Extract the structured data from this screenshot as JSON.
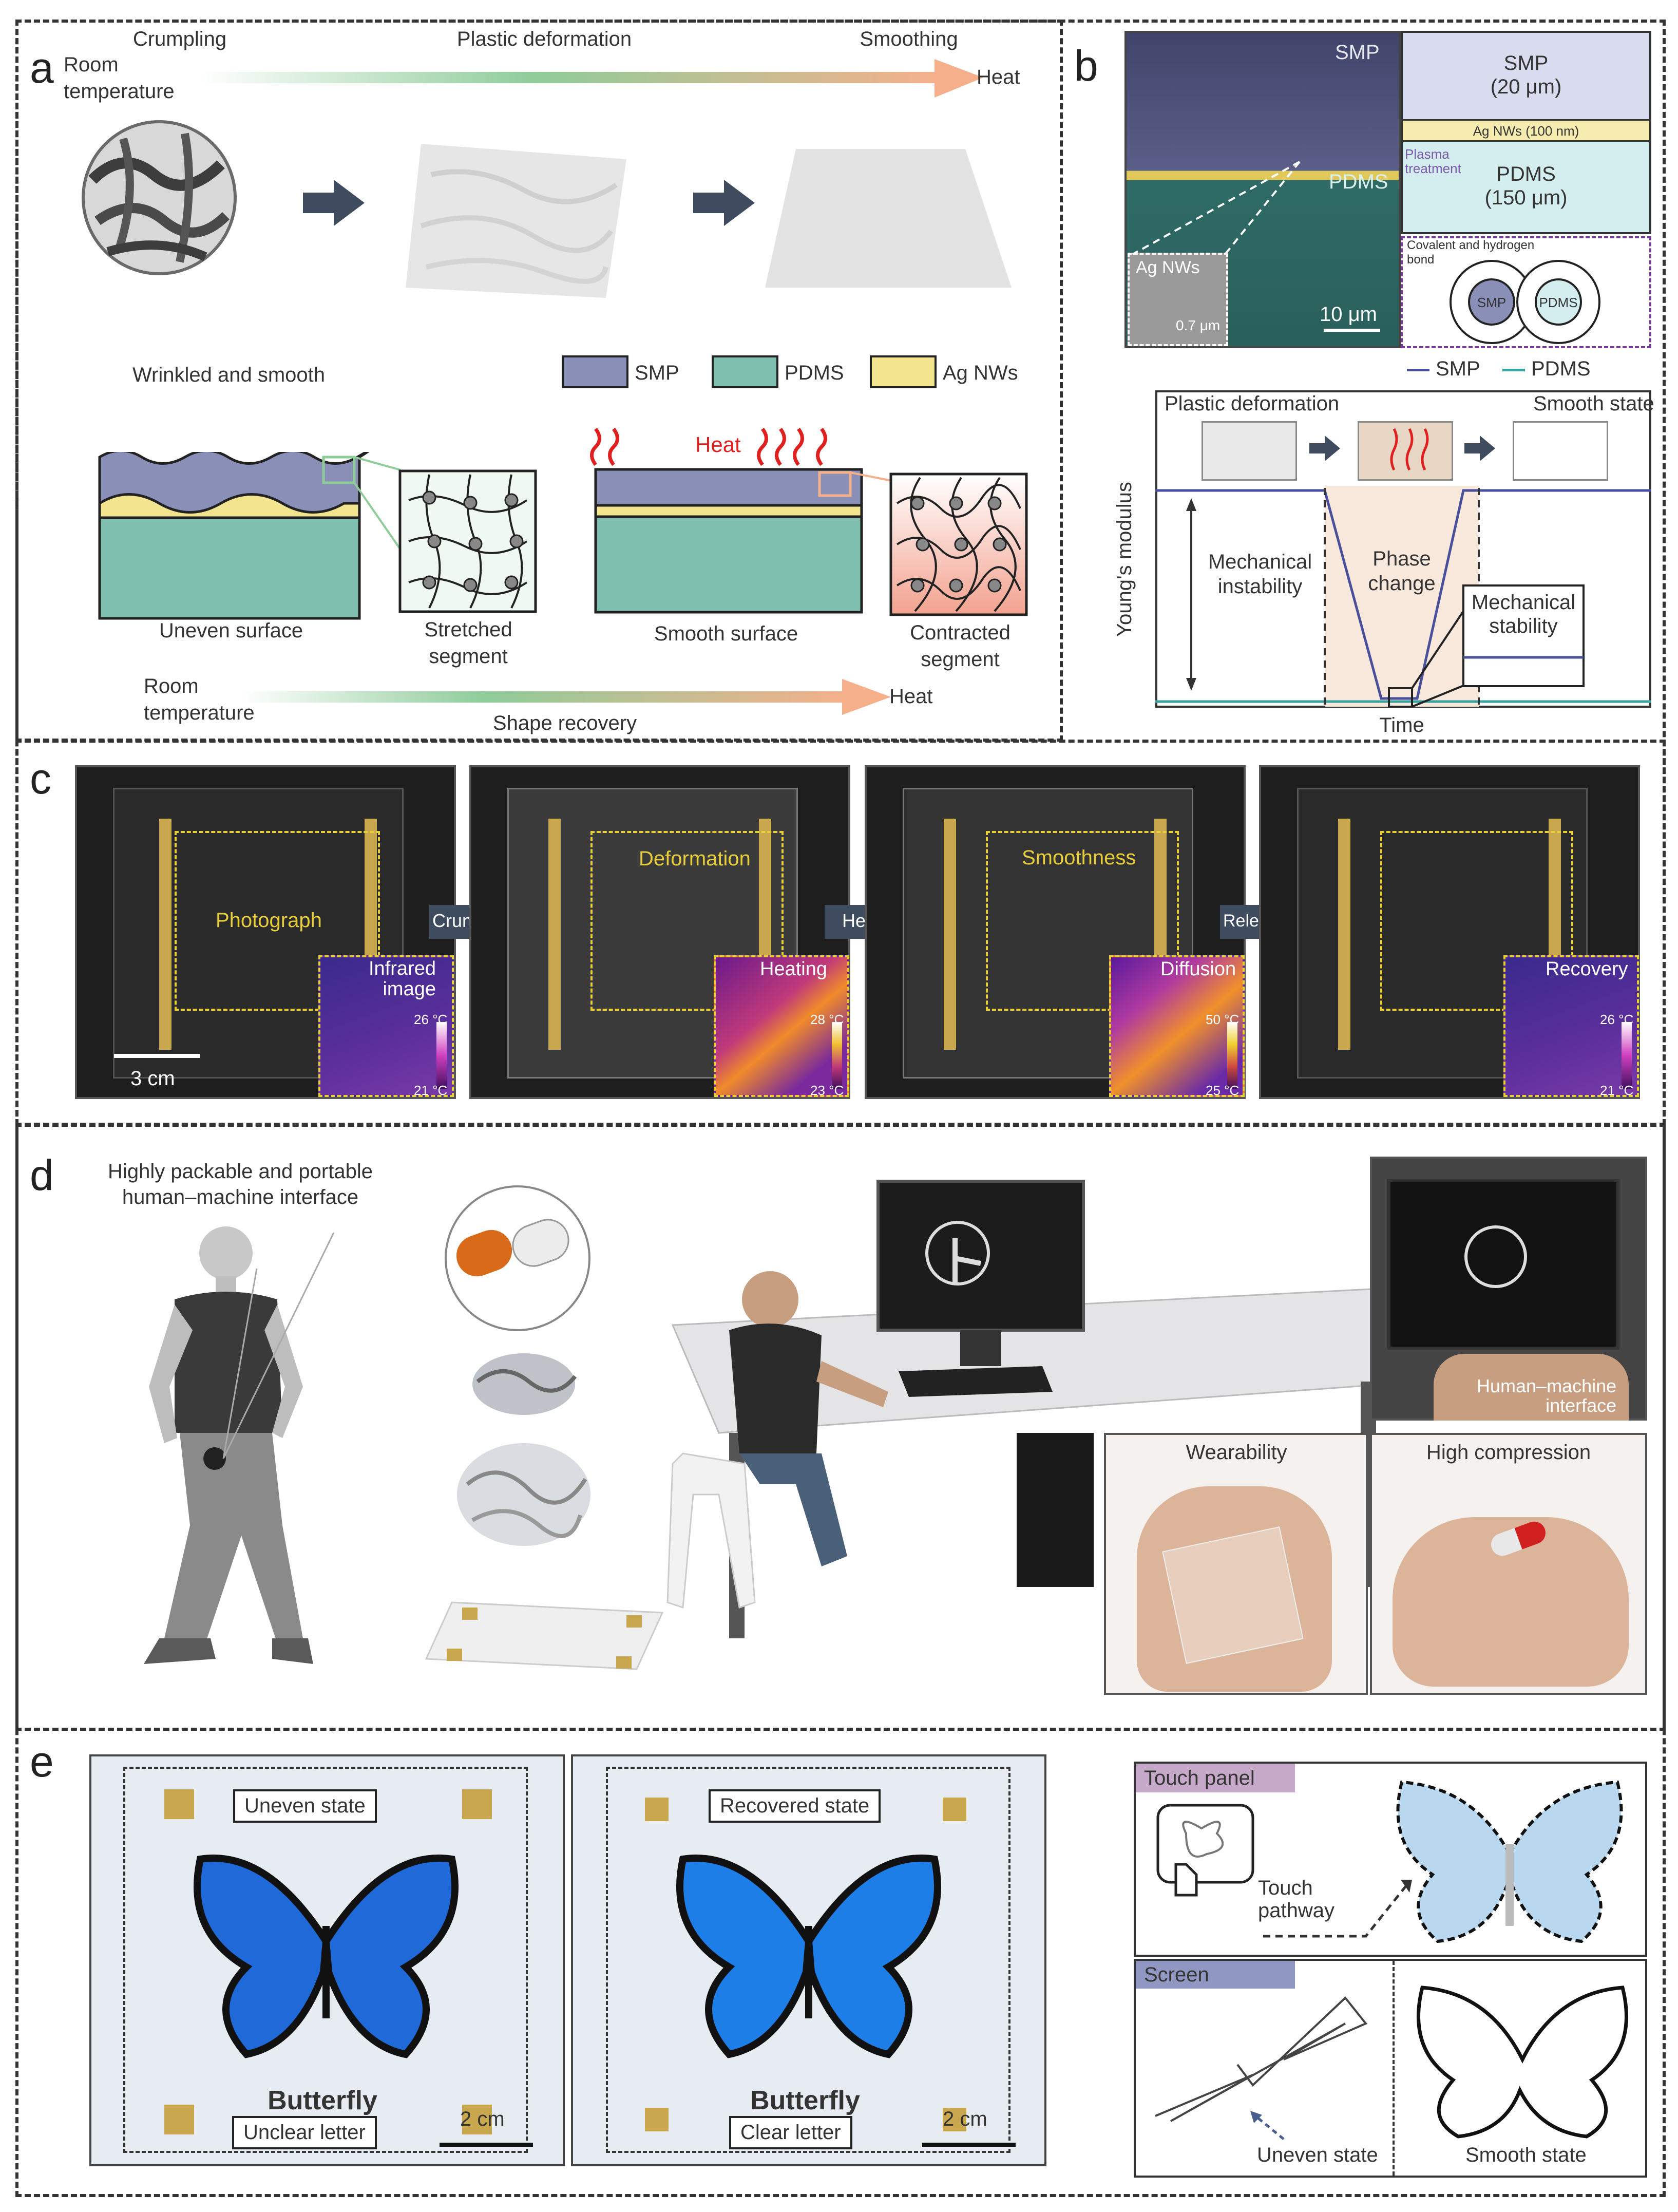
{
  "panel_a": {
    "letter": "a",
    "top_left_label": "Room\ntemperature",
    "stage_crumpling": "Crumpling",
    "stage_plastic": "Plastic deformation",
    "stage_smoothing": "Smoothing",
    "heat_top": "Heat",
    "wrinkled_label": "Wrinkled and smooth",
    "legend": [
      {
        "label": "SMP",
        "color": "#8a8fb7"
      },
      {
        "label": "PDMS",
        "color": "#7fbfb0"
      },
      {
        "label": "Ag NWs",
        "color": "#f2e48e"
      }
    ],
    "heat_mid": "Heat",
    "uneven_surface": "Uneven surface",
    "stretched_segment": "Stretched\nsegment",
    "smooth_surface": "Smooth surface",
    "contracted_segment": "Contracted\nsegment",
    "bottom_room": "Room\ntemperature",
    "heat_bottom": "Heat",
    "shape_recovery": "Shape recovery"
  },
  "panel_b": {
    "letter": "b",
    "sem_smp": "SMP",
    "sem_pdms": "PDMS",
    "inset_title": "Ag NWs",
    "inset_scale": "0.7 μm",
    "scale": "10 μm",
    "schematic_smp": "SMP\n(20 μm)",
    "schematic_agnw": "Ag NWs (100 nm)",
    "plasma": "Plasma\ntreatment",
    "schematic_pdms": "PDMS\n(150 μm)",
    "bond_title": "Covalent and hydrogen\nbond",
    "bond_smp": "SMP",
    "bond_pdms": "PDMS",
    "legend_smp": "SMP",
    "legend_pdms": "PDMS",
    "plastic_deformation": "Plastic deformation",
    "smooth_state": "Smooth state",
    "ylabel": "Young's modulus",
    "mech_instability": "Mechanical\ninstability",
    "phase_change": "Phase\nchange",
    "mech_stability": "Mechanical\nstability",
    "xlabel": "Time",
    "color_smp": "#4a4f9c",
    "color_pdms": "#3aa3a0"
  },
  "panel_c": {
    "letter": "c",
    "photograph": "Photograph",
    "infrared": "Infrared\nimage",
    "ir1_hi": "26 °C",
    "ir1_lo": "21 °C",
    "scale": "3 cm",
    "crumple": "Crumple",
    "deformation": "Deformation",
    "heating": "Heating",
    "ir2_hi": "28 °C",
    "ir2_lo": "23 °C",
    "heat": "Heat",
    "smoothness": "Smoothness",
    "diffusion": "Diffusion",
    "ir3_hi": "50 °C",
    "ir3_lo": "25 °C",
    "release": "Release",
    "recovery": "Recovery",
    "ir4_hi": "26 °C",
    "ir4_lo": "21 °C"
  },
  "panel_d": {
    "letter": "d",
    "title": "Highly packable and portable\nhuman–machine interface",
    "hmi": "Human–machine\ninterface",
    "wearability": "Wearability",
    "high_compression": "High compression"
  },
  "panel_e": {
    "letter": "e",
    "uneven_state": "Uneven state",
    "butterfly": "Butterfly",
    "unclear_letter": "Unclear letter",
    "scale1": "2 cm",
    "recovered_state": "Recovered state",
    "clear_letter": "Clear letter",
    "scale2": "2 cm",
    "touch_panel": "Touch panel",
    "touch_pathway": "Touch\npathway",
    "screen": "Screen",
    "screen_uneven": "Uneven state",
    "screen_smooth": "Smooth state"
  }
}
